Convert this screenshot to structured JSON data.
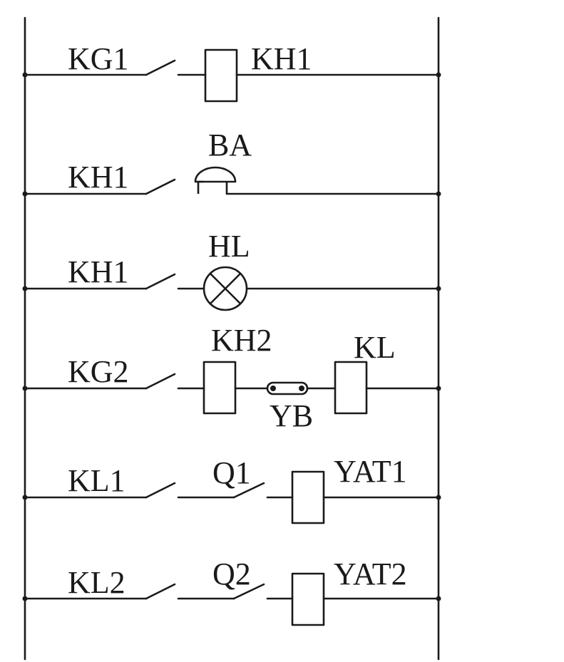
{
  "diagram": {
    "rungs": [
      {
        "contact_label": "KG1",
        "elements": [
          {
            "kind": "coil",
            "label": "KH1"
          }
        ]
      },
      {
        "contact_label": "KH1",
        "elements": [
          {
            "kind": "bell",
            "label": "BA"
          }
        ]
      },
      {
        "contact_label": "KH1",
        "elements": [
          {
            "kind": "lamp",
            "label": "HL"
          }
        ]
      },
      {
        "contact_label": "KG2",
        "elements": [
          {
            "kind": "coil",
            "label": "KH2"
          },
          {
            "kind": "link",
            "label": "YB"
          },
          {
            "kind": "coil",
            "label": "KL"
          }
        ]
      },
      {
        "contact_label": "KL1",
        "elements": [
          {
            "kind": "contact",
            "label": "Q1"
          },
          {
            "kind": "coil",
            "label": "YAT1"
          }
        ]
      },
      {
        "contact_label": "KL2",
        "elements": [
          {
            "kind": "contact",
            "label": "Q2"
          },
          {
            "kind": "coil",
            "label": "YAT2"
          }
        ]
      }
    ]
  }
}
